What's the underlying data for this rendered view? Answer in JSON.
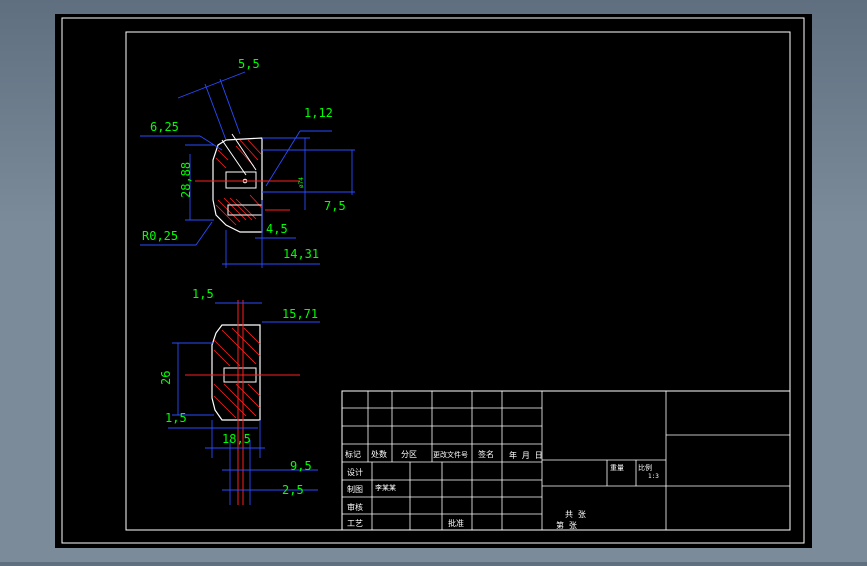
{
  "colors": {
    "window_bg": "#6f7e8c",
    "canvas_bg": "#000000",
    "frame": "#ffffff",
    "dimension": "#00ff00",
    "dim_line": "#2a4bff",
    "centerline": "#ff2020",
    "hatch": "#ff2020",
    "outline": "#ffffff",
    "title_text": "#ffffff"
  },
  "top_view": {
    "dims": {
      "d_5_5": "5,5",
      "d_6_25": "6,25",
      "d_1_12": "1,12",
      "d_28_88": "28,88",
      "d_phi": "ø74",
      "d_7_5": "7,5",
      "d_r0_25": "R0,25",
      "d_4_5": "4,5",
      "d_14_31": "14,31"
    }
  },
  "bottom_view": {
    "dims": {
      "d_1_5_top": "1,5",
      "d_15_71": "15,71",
      "d_26": "26",
      "d_1_5_bottom": "1,5",
      "d_18_5": "18,5",
      "d_9_5": "9,5",
      "d_2_5": "2,5"
    }
  },
  "title_block": {
    "mark": "标记",
    "count": "处数",
    "zone": "分区",
    "change_doc": "更改文件号",
    "signature": "签名",
    "date": "年 月 日",
    "design": "设计",
    "drawing": "制图",
    "drawer_name": "李某某",
    "review": "审核",
    "process": "工艺",
    "approve": "批准",
    "weight": "重量",
    "scale": "比例",
    "scale_value": "1:3",
    "total_sheets": "共 张",
    "sheet_no": "第 张"
  }
}
